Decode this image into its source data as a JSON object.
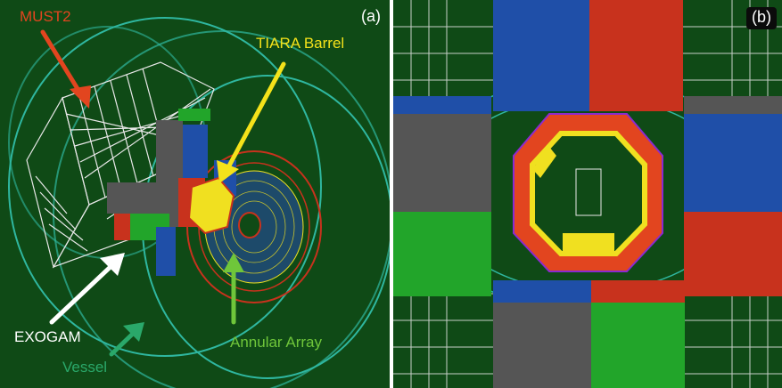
{
  "panel_a": {
    "tag": "(a)",
    "labels": {
      "must2": "MUST2",
      "tiara_barrel": "TIARA Barrel",
      "exogam": "EXOGAM",
      "annular_array": "Annular Array",
      "vessel": "Vessel"
    },
    "colors": {
      "must2": "#e2451f",
      "tiara_barrel": "#f4e21a",
      "exogam": "#ffffff",
      "annular_array": "#6fc63a",
      "vessel": "#2aa86a"
    }
  },
  "panel_b": {
    "tag": "(b)"
  },
  "colors": {
    "background": "#0f4a16",
    "wireframe": "#e8e8e8",
    "vessel_lines": "#2fb7a0",
    "detector_red": "#c8321d",
    "detector_blue": "#1f4fa8",
    "detector_green": "#22a52a",
    "detector_gray": "#555555",
    "barrel_yellow": "#f0e020"
  }
}
